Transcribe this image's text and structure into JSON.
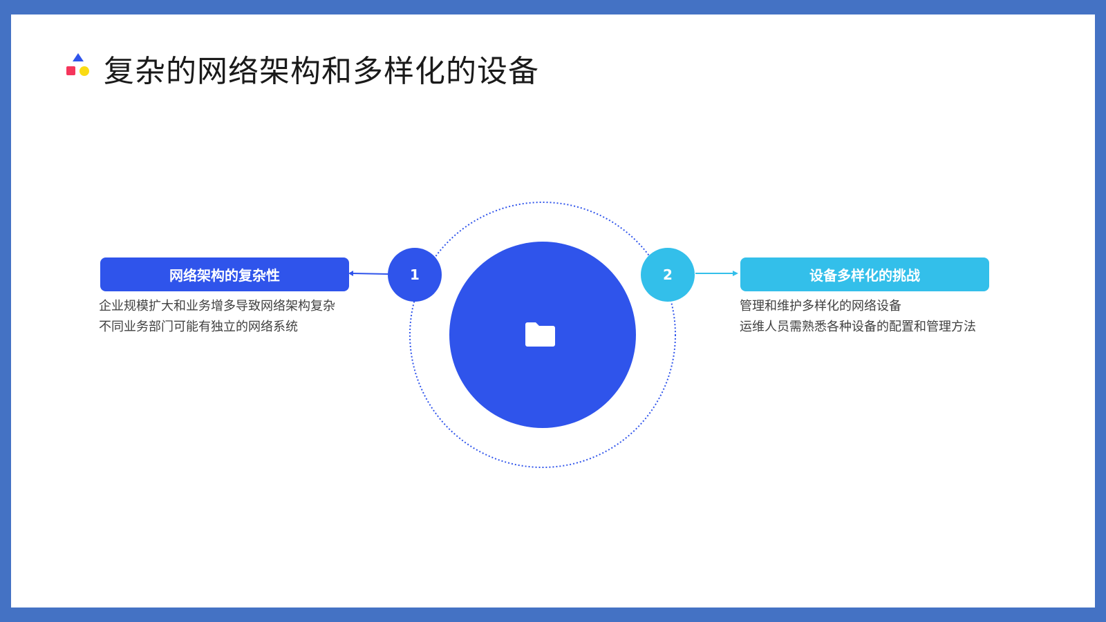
{
  "slide": {
    "title": "复杂的网络架构和多样化的设备"
  },
  "items": [
    {
      "number": "1",
      "heading": "网络架构的复杂性",
      "color": "#2f54eb",
      "lines": [
        "企业规模扩大和业务增多导致网络架构复杂",
        "不同业务部门可能有独立的网络系统"
      ]
    },
    {
      "number": "2",
      "heading": "设备多样化的挑战",
      "color": "#33bfea",
      "lines": [
        "管理和维护多样化的网络设备",
        "运维人员需熟悉各种设备的配置和管理方法"
      ]
    }
  ],
  "center": {
    "icon": "folder-icon",
    "color": "#2f54eb"
  },
  "colors": {
    "frame": "#4472c4",
    "logo_triangle": "#2f54eb",
    "logo_square": "#f5365c",
    "logo_circle": "#fadb14"
  }
}
